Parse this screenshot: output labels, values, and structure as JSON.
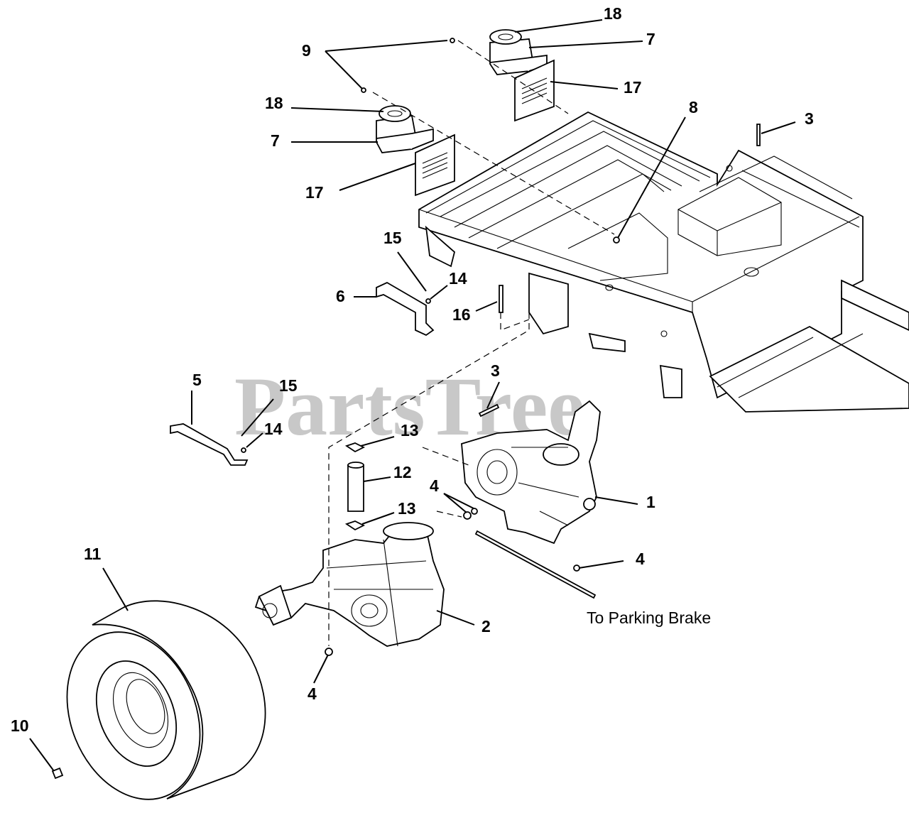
{
  "diagram": {
    "callouts": [
      "1",
      "2",
      "3",
      "3",
      "4",
      "4",
      "4",
      "4",
      "5",
      "6",
      "7",
      "7",
      "8",
      "9",
      "10",
      "11",
      "12",
      "13",
      "13",
      "14",
      "14",
      "15",
      "15",
      "16",
      "17",
      "17",
      "18",
      "18"
    ],
    "note": "To Parking Brake",
    "watermark": "PartsTree"
  },
  "colors": {
    "line": "#000000",
    "watermark": "#c8c8c8",
    "background": "#ffffff"
  }
}
